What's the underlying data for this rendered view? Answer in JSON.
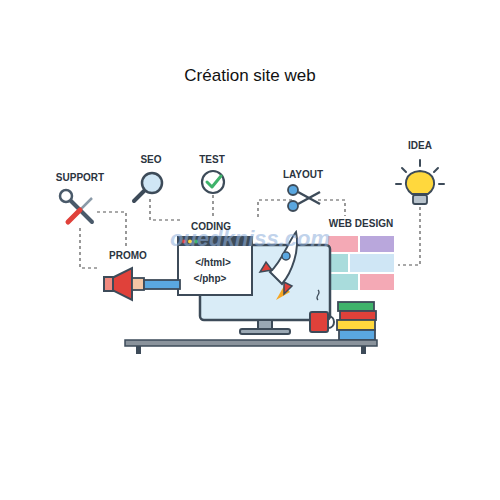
{
  "diagram": {
    "title": "Création site web",
    "labels": [
      "SUPPORT",
      "SEO",
      "TEST",
      "CODING",
      "PROMO",
      "</html>",
      "</php>",
      "LAYOUT",
      "WEB DESIGN",
      "IDEA",
      "ouedkniss.com"
    ]
  }
}
